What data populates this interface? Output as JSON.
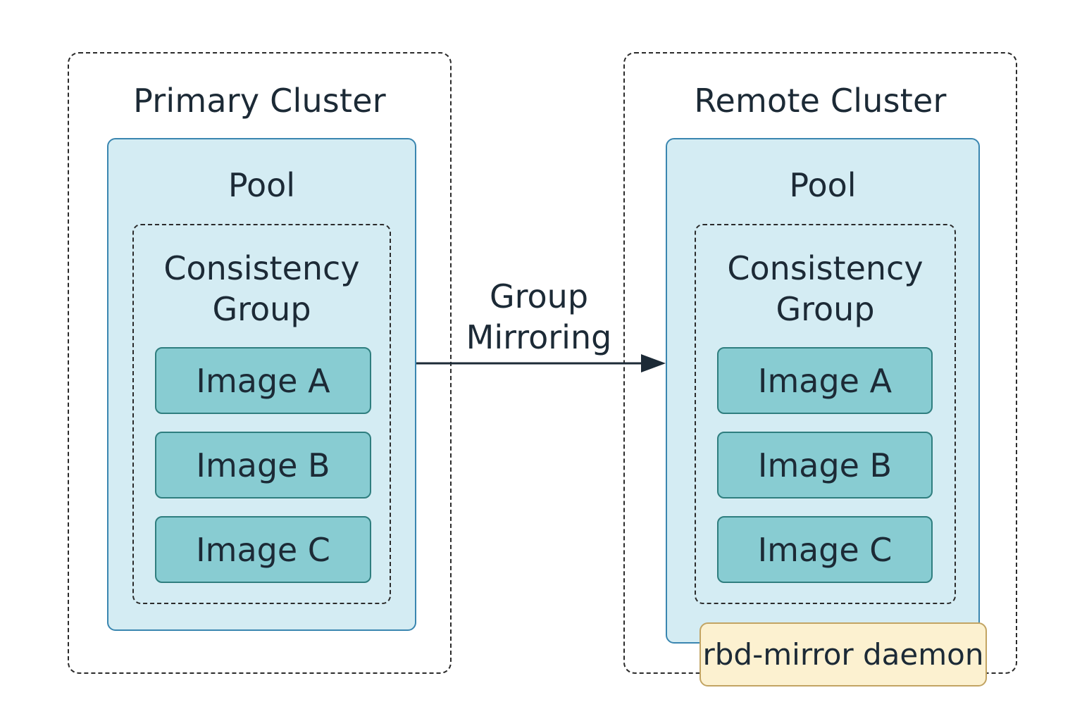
{
  "primary": {
    "title": "Primary Cluster",
    "pool_label": "Pool",
    "group_line1": "Consistency",
    "group_line2": "Group",
    "images": [
      "Image A",
      "Image B",
      "Image C"
    ]
  },
  "remote": {
    "title": "Remote Cluster",
    "pool_label": "Pool",
    "group_line1": "Consistency",
    "group_line2": "Group",
    "images": [
      "Image A",
      "Image B",
      "Image C"
    ],
    "daemon_label": "rbd-mirror daemon"
  },
  "edge": {
    "line1": "Group",
    "line2": "Mirroring"
  },
  "colors": {
    "pool_fill": "#d4ecf3",
    "pool_border": "#3a86b0",
    "image_fill": "#88ccd2",
    "image_border": "#2f7e7f",
    "daemon_fill": "#fcf1d0",
    "daemon_border": "#c2a463",
    "text": "#1c2a36"
  }
}
